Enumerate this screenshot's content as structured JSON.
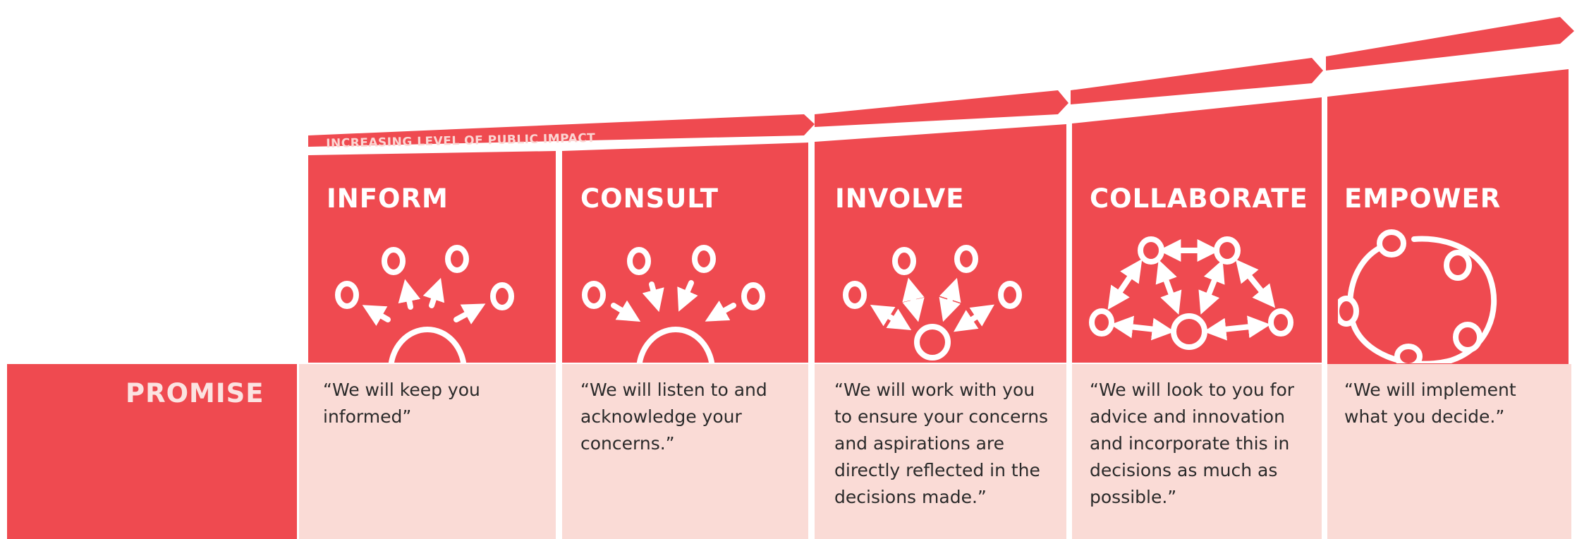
{
  "colors": {
    "red": "#ef4a50",
    "pale": "#fadbd6",
    "icon_stroke": "#ffffff",
    "text": "#2a2a2a"
  },
  "header_arrow": {
    "label": "INCREASING LEVEL OF PUBLIC IMPACT"
  },
  "row": {
    "label": "PROMISE"
  },
  "levels": [
    {
      "title": "INFORM",
      "icon": "inform-outward-arrows-icon",
      "promise": "“We will keep you\n informed”"
    },
    {
      "title": "CONSULT",
      "icon": "consult-inward-arrows-icon",
      "promise": "“We will listen to and\n acknowledge your\n concerns.”"
    },
    {
      "title": "INVOLVE",
      "icon": "involve-two-way-arrows-icon",
      "promise": "“We will work with you\n to ensure your concerns\n and aspirations are\n directly reflected in the\n decisions made.”"
    },
    {
      "title": "COLLABORATE",
      "icon": "collaborate-network-icon",
      "promise": "“We will look to you for\n advice and innovation\n and incorporate this in\n decisions as much as\n possible.”"
    },
    {
      "title": "EMPOWER",
      "icon": "empower-circle-icon",
      "promise": "“We will implement\n what you decide.”"
    }
  ]
}
